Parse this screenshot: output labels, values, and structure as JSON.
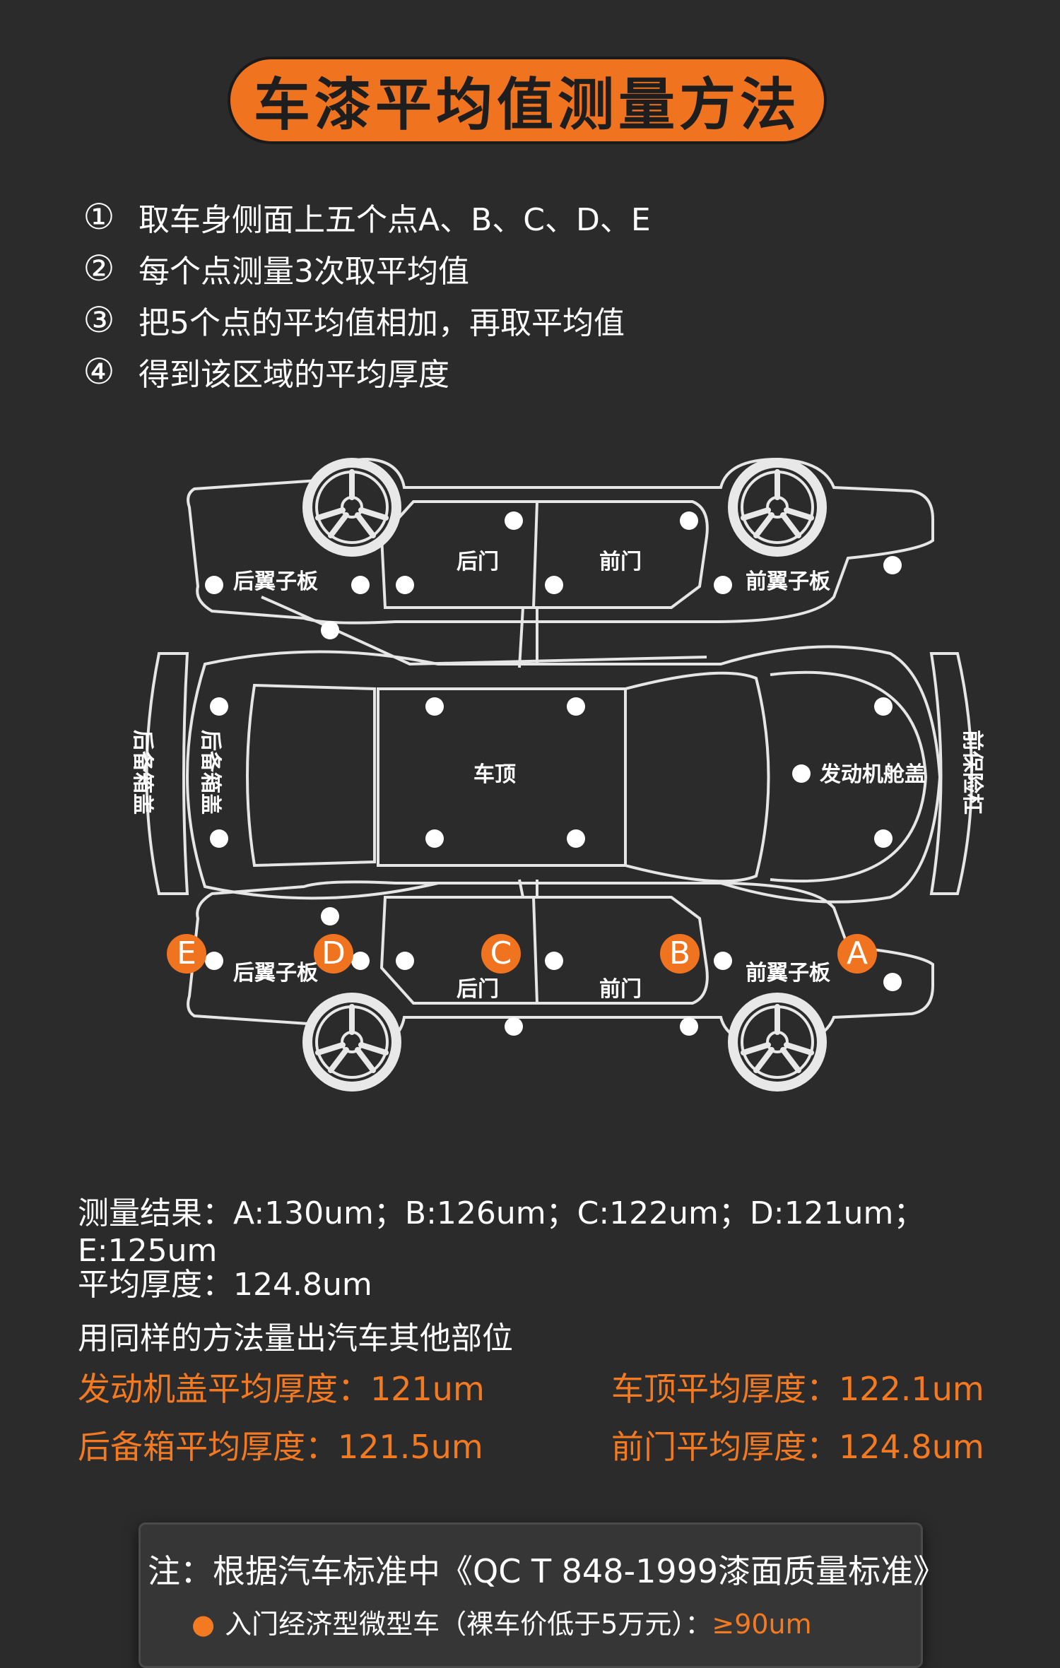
{
  "title": "车漆平均值测量方法",
  "steps": [
    {
      "num": "①",
      "text": "取车身侧面上五个点A、B、C、D、E"
    },
    {
      "num": "②",
      "text": "每个点测量3次取平均值"
    },
    {
      "num": "③",
      "text": "把5个点的平均值相加，再取平均值"
    },
    {
      "num": "④",
      "text": "得到该区域的平均厚度"
    }
  ],
  "diagram": {
    "labels": {
      "rear_fender": "后翼子板",
      "rear_door": "后门",
      "front_door": "前门",
      "front_fender": "前翼子板",
      "roof": "车顶",
      "hood": "发动机舱盖",
      "trunk_lid": "后备箱盖",
      "front_bumper": "前保险杠"
    },
    "points": [
      "A",
      "B",
      "C",
      "D",
      "E"
    ],
    "accent_color": "#f0731f"
  },
  "results": {
    "measurement": "测量结果：A:130um；B:126um；C:122um；D:121um；E:125um",
    "average": "平均厚度：124.8um",
    "method_note": "用同样的方法量出汽车其他部位"
  },
  "part_averages": {
    "hood": "发动机盖平均厚度：121um",
    "roof": "车顶平均厚度：122.1um",
    "trunk": "后备箱平均厚度：121.5um",
    "front_door": "前门平均厚度：124.8um"
  },
  "note": {
    "title": "注：根据汽车标准中《QC T 848-1999漆面质量标准》",
    "bullet": "●",
    "item_text": "入门经济型微型车（裸车价低于5万元）：",
    "item_value": "≥90um"
  }
}
